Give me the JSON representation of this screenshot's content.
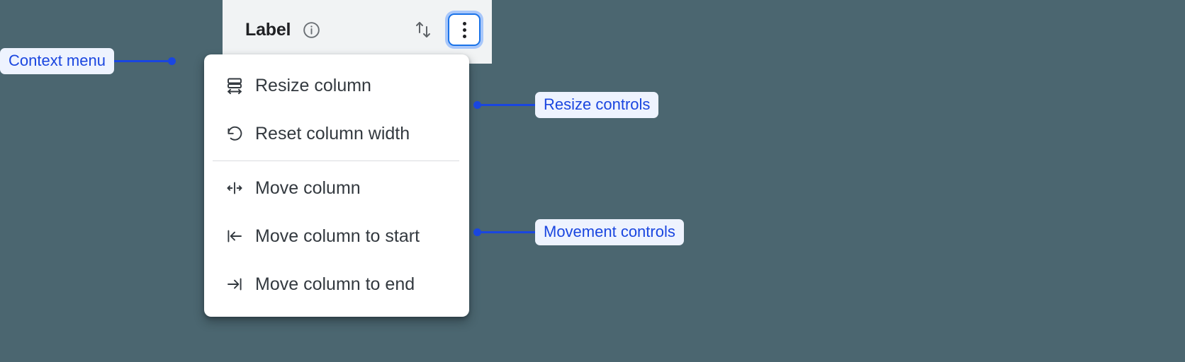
{
  "background_color": "#4b6670",
  "accent_color": "#1a46e0",
  "focus_ring_color": "#1a73e8",
  "table_header": {
    "title": "Label",
    "info_icon": "info-circle-icon",
    "sort_icon": "sort-up-down-icon",
    "overflow_icon": "kebab-menu-icon"
  },
  "context_menu": {
    "groups": [
      {
        "name": "resize",
        "items": [
          {
            "label": "Resize column",
            "icon": "resize-column-icon"
          },
          {
            "label": "Reset column width",
            "icon": "reset-undo-icon"
          }
        ]
      },
      {
        "name": "movement",
        "items": [
          {
            "label": "Move column",
            "icon": "move-left-right-icon"
          },
          {
            "label": "Move column to start",
            "icon": "move-to-start-icon"
          },
          {
            "label": "Move column to end",
            "icon": "move-to-end-icon"
          }
        ]
      }
    ]
  },
  "annotations": [
    {
      "id": "context-menu",
      "label": "Context menu"
    },
    {
      "id": "resize",
      "label": "Resize controls"
    },
    {
      "id": "movement",
      "label": "Movement controls"
    }
  ]
}
